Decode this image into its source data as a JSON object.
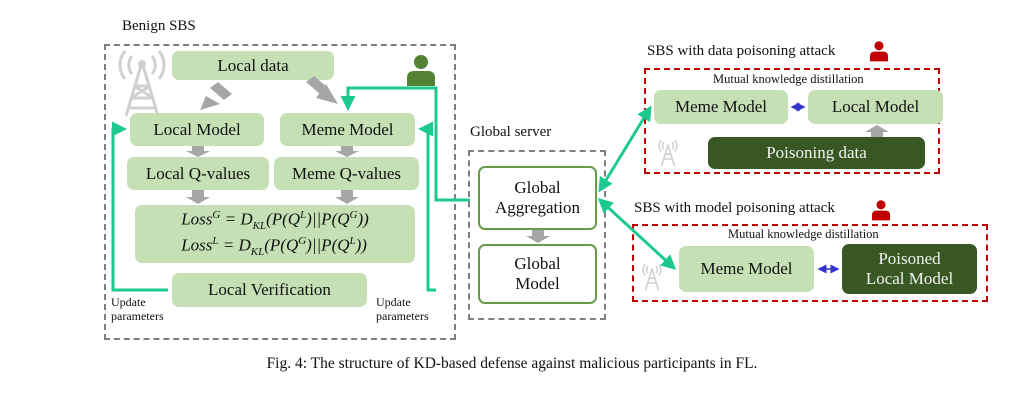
{
  "figure": {
    "caption": "Fig. 4: The structure of KD-based defense against malicious participants in FL.",
    "colors": {
      "light_green": "#c6e0b5",
      "dark_green": "#385723",
      "teal_arrow": "#1dc98e",
      "gray_arrow": "#a6a6a6",
      "attacker_red": "#c00000",
      "benign_user_green": "#548235",
      "kd_blue": "#3333cc"
    }
  },
  "benign_sbs": {
    "title": "Benign SBS",
    "local_data": "Local data",
    "local_model": "Local Model",
    "meme_model": "Meme Model",
    "local_q_values": "Local Q-values",
    "meme_q_values": "Meme Q-values",
    "loss_g": {
      "lhs": "Loss",
      "lhs_sup": "G",
      "eq": " = D",
      "d_sub": "KL",
      "body_a": "(P(Q",
      "a_sup": "L",
      "body_b": ")||P(Q",
      "b_sup": "G",
      "tail": "))"
    },
    "loss_l": {
      "lhs": "Loss",
      "lhs_sup": "L",
      "eq": " = D",
      "d_sub": "KL",
      "body_a": "(P(Q",
      "a_sup": "G",
      "body_b": ")||P(Q",
      "b_sup": "L",
      "tail": "))"
    },
    "local_verification": "Local Verification",
    "update_left": [
      "Update",
      "parameters"
    ],
    "update_right": [
      "Update",
      "parameters"
    ]
  },
  "global_server": {
    "title": "Global server",
    "aggregation": [
      "Global",
      "Aggregation"
    ],
    "model": [
      "Global",
      "Model"
    ]
  },
  "data_poisoning": {
    "title": "SBS with data poisoning attack",
    "subtitle": "Mutual knowledge distillation",
    "meme_model": "Meme Model",
    "local_model": "Local Model",
    "poisoning_data": "Poisoning data"
  },
  "model_poisoning": {
    "title": "SBS with model poisoning attack",
    "subtitle": "Mutual knowledge distillation",
    "meme_model": "Meme Model",
    "poisoned_local_model": [
      "Poisoned",
      "Local Model"
    ]
  }
}
